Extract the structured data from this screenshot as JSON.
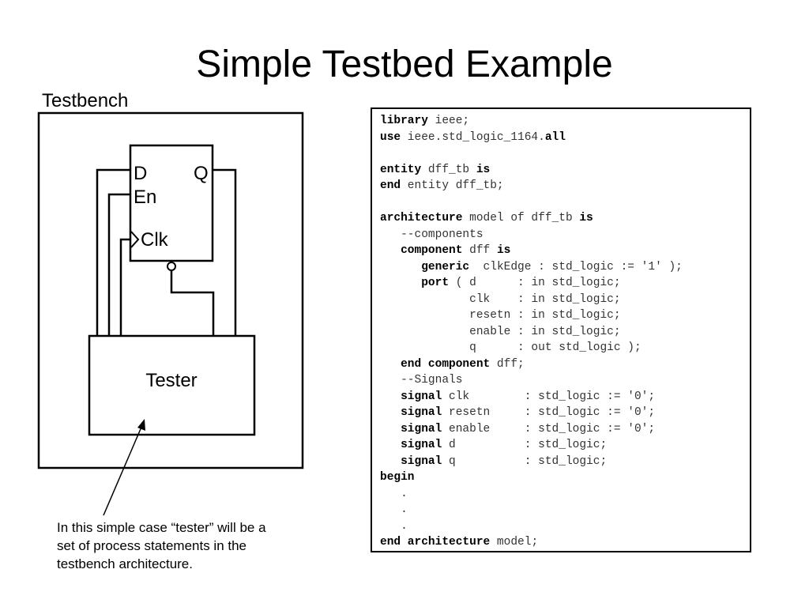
{
  "slide": {
    "title": "Simple Testbed Example",
    "testbench_label": "Testbench",
    "note": "In this simple case “tester” will be a set of process statements in the testbench architecture."
  },
  "diagram": {
    "dff_pins": {
      "d": "D",
      "q": "Q",
      "en": "En",
      "clk": "Clk"
    },
    "tester_label": "Tester"
  },
  "code": {
    "lines": [
      [
        {
          "t": "library",
          "k": true
        },
        {
          "t": " ieee;"
        }
      ],
      [
        {
          "t": "use",
          "k": true
        },
        {
          "t": " ieee.std_logic_1164."
        },
        {
          "t": "all",
          "k": true
        }
      ],
      [],
      [
        {
          "t": "entity",
          "k": true
        },
        {
          "t": " dff_tb "
        },
        {
          "t": "is",
          "k": true
        }
      ],
      [
        {
          "t": "end",
          "k": true
        },
        {
          "t": " entity dff_tb;"
        }
      ],
      [],
      [
        {
          "t": "architecture",
          "k": true
        },
        {
          "t": " model of dff_tb "
        },
        {
          "t": "is",
          "k": true
        }
      ],
      [
        {
          "t": "   --components"
        }
      ],
      [
        {
          "t": "   "
        },
        {
          "t": "component",
          "k": true
        },
        {
          "t": " dff "
        },
        {
          "t": "is",
          "k": true
        }
      ],
      [
        {
          "t": "      "
        },
        {
          "t": "generic",
          "k": true
        },
        {
          "t": "  clkEdge : std_logic := '1' );"
        }
      ],
      [
        {
          "t": "      "
        },
        {
          "t": "port",
          "k": true
        },
        {
          "t": " ( d      : in std_logic;"
        }
      ],
      [
        {
          "t": "             clk    : in std_logic;"
        }
      ],
      [
        {
          "t": "             resetn : in std_logic;"
        }
      ],
      [
        {
          "t": "             enable : in std_logic;"
        }
      ],
      [
        {
          "t": "             q      : out std_logic );"
        }
      ],
      [
        {
          "t": "   "
        },
        {
          "t": "end component",
          "k": true
        },
        {
          "t": " dff;"
        }
      ],
      [
        {
          "t": "   --Signals"
        }
      ],
      [
        {
          "t": "   "
        },
        {
          "t": "signal",
          "k": true
        },
        {
          "t": " clk        : std_logic := '0';"
        }
      ],
      [
        {
          "t": "   "
        },
        {
          "t": "signal",
          "k": true
        },
        {
          "t": " resetn     : std_logic := '0';"
        }
      ],
      [
        {
          "t": "   "
        },
        {
          "t": "signal",
          "k": true
        },
        {
          "t": " enable     : std_logic := '0';"
        }
      ],
      [
        {
          "t": "   "
        },
        {
          "t": "signal",
          "k": true
        },
        {
          "t": " d          : std_logic;"
        }
      ],
      [
        {
          "t": "   "
        },
        {
          "t": "signal",
          "k": true
        },
        {
          "t": " q          : std_logic;"
        }
      ],
      [
        {
          "t": "begin",
          "k": true
        }
      ],
      [
        {
          "t": "   ."
        }
      ],
      [
        {
          "t": "   ."
        }
      ],
      [
        {
          "t": "   ."
        }
      ],
      [
        {
          "t": "end architecture",
          "k": true
        },
        {
          "t": " model;"
        }
      ]
    ]
  }
}
